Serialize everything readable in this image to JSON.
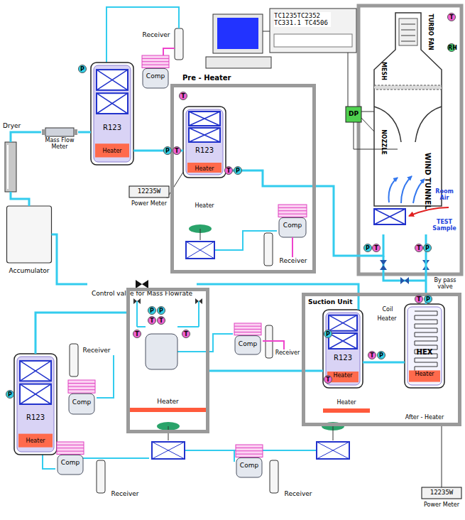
{
  "diagram": {
    "nodes": [
      {
        "text": [
          "Pre - Heater"
        ]
      },
      {
        "text": [
          "R123",
          "Heater"
        ],
        "in": 0
      },
      {
        "text": [
          "Comp"
        ],
        "in": 0
      },
      {
        "text": [
          "Receiver"
        ],
        "in": 0
      },
      {
        "text": [
          "12235W",
          "Power Meter"
        ]
      },
      {
        "text": [
          "R123",
          "Heater"
        ]
      },
      {
        "text": [
          "Comp"
        ]
      },
      {
        "text": [
          "Receiver"
        ]
      },
      {
        "text": [
          "Dryer"
        ]
      },
      {
        "text": [
          "Mass Flow Meter"
        ]
      },
      {
        "text": [
          "Accumulator"
        ]
      },
      {
        "text": [
          "Control valve for Mass Flowrate"
        ]
      },
      {
        "text": [
          "TC1235TC2352 TC331.1 TC4506"
        ]
      },
      {
        "text": [
          "DP"
        ]
      },
      {
        "text": [
          "WIND TUNNEL"
        ]
      },
      {
        "text": [
          "Suction Unit"
        ]
      },
      {
        "text": [
          "R123",
          "Heater"
        ],
        "in": 15
      },
      {
        "text": [
          "HEX",
          "Heater"
        ],
        "in": 15
      },
      {
        "text": [
          "12235W",
          "Power Meter"
        ]
      },
      {
        "text": [
          "Comp"
        ]
      },
      {
        "text": [
          "Receiver"
        ]
      },
      {
        "text": [
          "Heater"
        ]
      },
      {
        "text": [
          "R123",
          "Heater"
        ]
      },
      {
        "text": [
          "Comp"
        ]
      },
      {
        "text": [
          "Receiver"
        ]
      },
      {
        "text": [
          "Comp"
        ]
      },
      {
        "text": [
          "Receiver"
        ]
      },
      {
        "text": [
          "Comp"
        ]
      },
      {
        "text": [
          "Receiver"
        ]
      }
    ],
    "edges": [
      {
        "from": 8,
        "to": 9,
        "arrow": "none"
      },
      {
        "from": 9,
        "to": 5,
        "arrow": "none"
      },
      {
        "from": 5,
        "to": 1,
        "arrow": "none"
      },
      {
        "from": 1,
        "to": 14,
        "arrow": "none"
      },
      {
        "from": 14,
        "to": 17,
        "arrow": "none"
      },
      {
        "from": 17,
        "to": 16,
        "arrow": "none"
      },
      {
        "from": 16,
        "to": 11,
        "arrow": "none"
      },
      {
        "from": 11,
        "to": 10,
        "arrow": "none"
      },
      {
        "from": 10,
        "to": 8,
        "arrow": "none"
      },
      {
        "from": 22,
        "to": 21,
        "arrow": "none"
      },
      {
        "from": 21,
        "to": 16,
        "arrow": "none"
      },
      {
        "from": 2,
        "to": 3,
        "arrow": "none"
      },
      {
        "from": 19,
        "to": 20,
        "arrow": "none"
      }
    ],
    "labels": [
      "P",
      "P",
      "T",
      "T",
      "T",
      "P",
      "Heater",
      "T",
      "RH",
      "TURBO FAN",
      "MESH",
      "NOZZLE",
      "Room Air",
      "TEST Sample",
      "P",
      "T",
      "T",
      "P",
      "By pass valve",
      "T",
      "P",
      "Coil",
      "Heater",
      "Heater",
      "After - Heater",
      "P",
      "T",
      "T",
      "P",
      "P",
      "P",
      "T",
      "T",
      "T",
      "T",
      "P"
    ]
  }
}
